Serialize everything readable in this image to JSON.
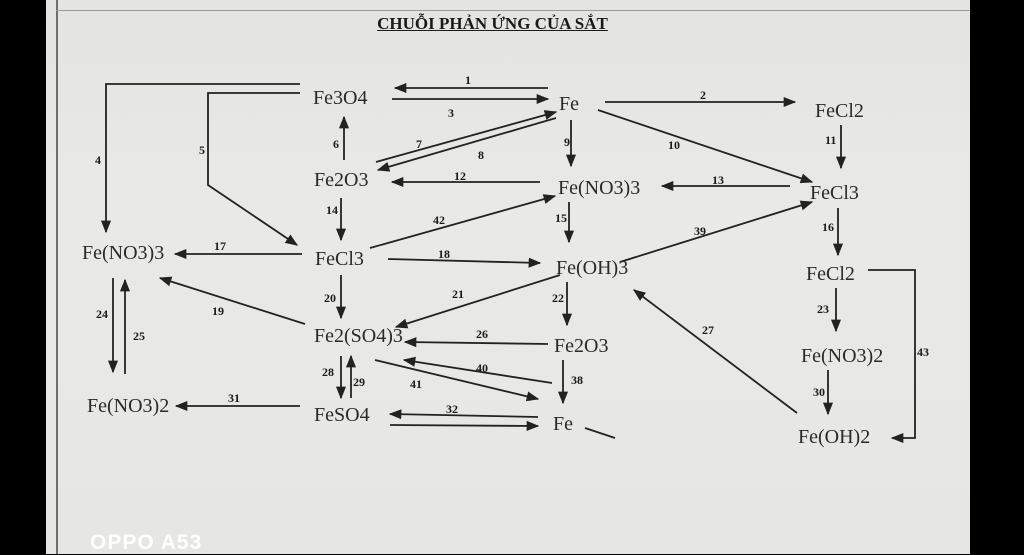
{
  "title": "CHUỖI PHẢN ỨNG CỦA SẮT",
  "nodes": {
    "fe3o4": "Fe3O4",
    "fe": "Fe",
    "fecl2_top": "FeCl2",
    "fe2o3_a": "Fe2O3",
    "feno33_mid": "Fe(NO3)3",
    "fecl3_right": "FeCl3",
    "feno33_left": "Fe(NO3)3",
    "fecl3_mid": "FeCl3",
    "feoh3": "Fe(OH)3",
    "fecl2_right": "FeCl2",
    "fe2so43": "Fe2(SO4)3",
    "fe2o3_b": "Fe2O3",
    "feno32_right": "Fe(NO3)2",
    "feno32_left": "Fe(NO3)2",
    "feso4": "FeSO4",
    "fe_bottom": "Fe",
    "feoh2": "Fe(OH)2"
  },
  "arrows": [
    "1",
    "2",
    "3",
    "4",
    "5",
    "6",
    "7",
    "8",
    "9",
    "10",
    "11",
    "12",
    "13",
    "14",
    "15",
    "16",
    "17",
    "18",
    "19",
    "20",
    "21",
    "22",
    "23",
    "24",
    "25",
    "26",
    "27",
    "28",
    "29",
    "30",
    "31",
    "32",
    "38",
    "39",
    "40",
    "41",
    "42",
    "43"
  ],
  "watermark": "OPPO A53"
}
